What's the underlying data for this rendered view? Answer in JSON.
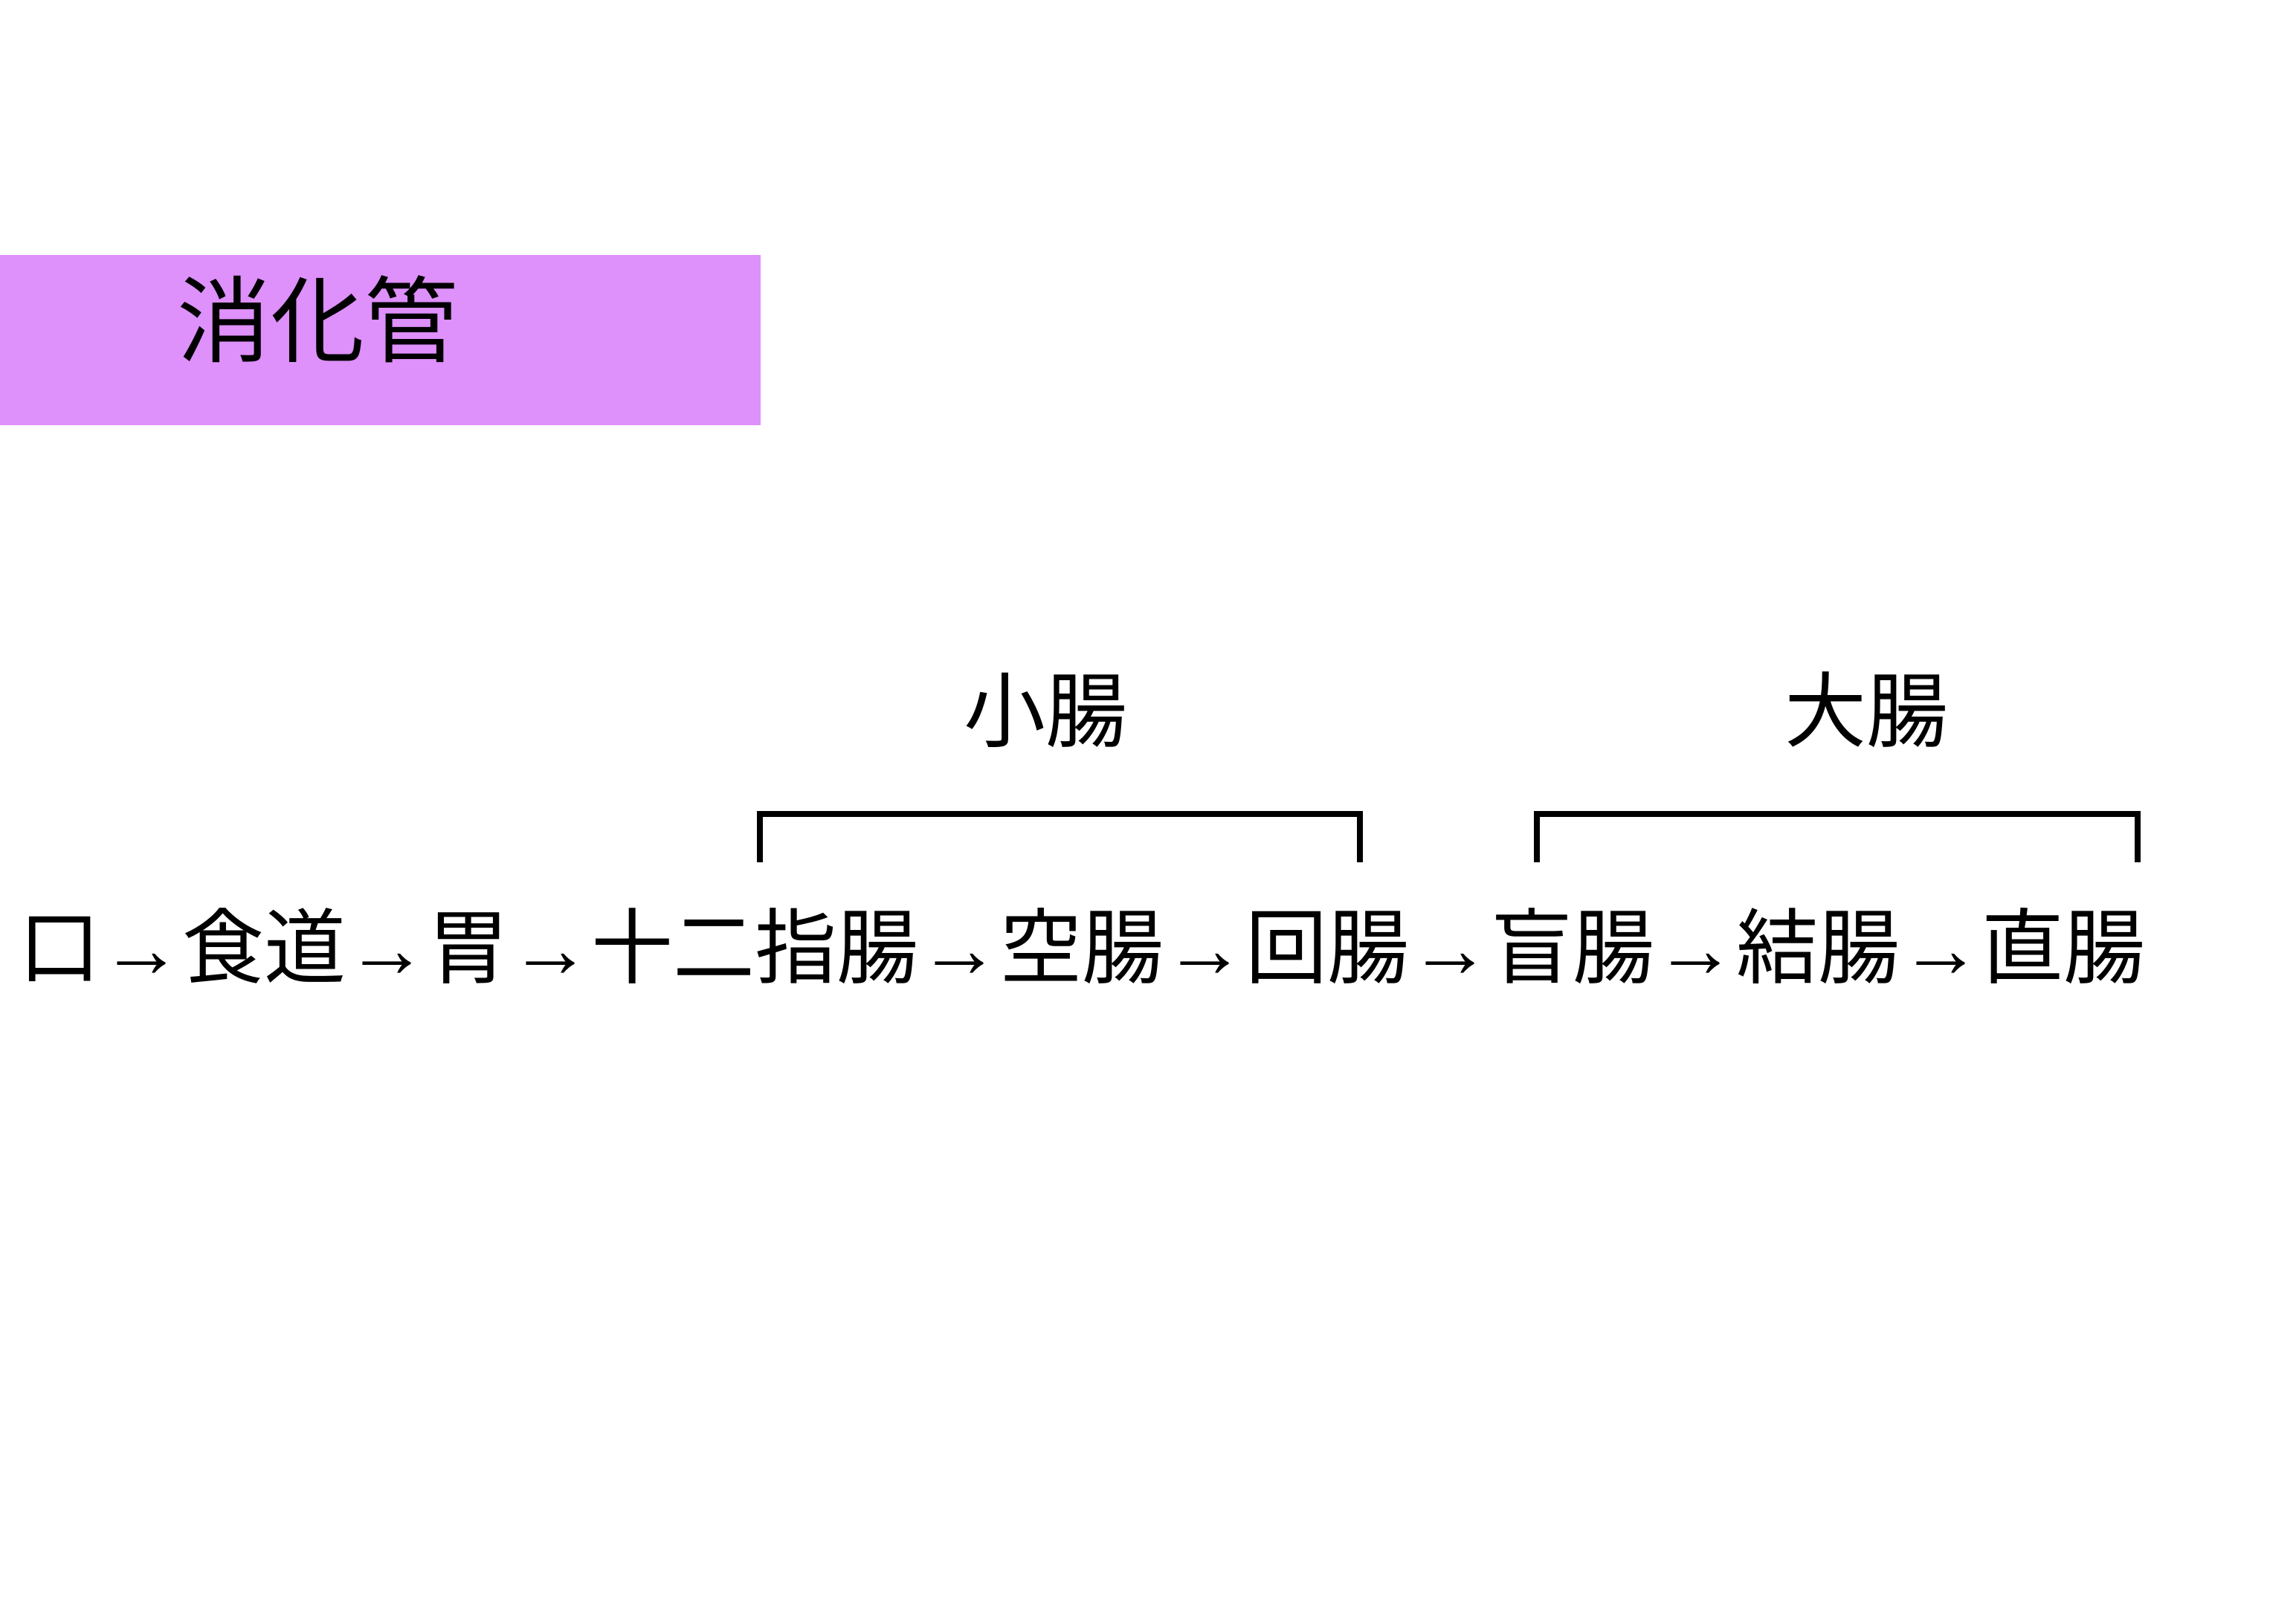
{
  "slide": {
    "background_color": "#ffffff",
    "text_color": "#000000",
    "title": {
      "text": "消化管",
      "highlight_color": "#DE90FB"
    },
    "flow": {
      "full_text": "口→食道→胃→十二指腸→空腸→回腸→盲腸→結腸→直腸",
      "segments": [
        "口",
        "食道",
        "胃",
        "十二指腸",
        "空腸",
        "回腸",
        "盲腸",
        "結腸",
        "直腸"
      ],
      "arrow_glyph": "→"
    },
    "groups": [
      {
        "id": "small-intestine",
        "label": "小腸",
        "members": [
          "十二指腸",
          "空腸",
          "回腸"
        ]
      },
      {
        "id": "large-intestine",
        "label": "大腸",
        "members": [
          "盲腸",
          "結腸",
          "直腸"
        ]
      }
    ]
  }
}
